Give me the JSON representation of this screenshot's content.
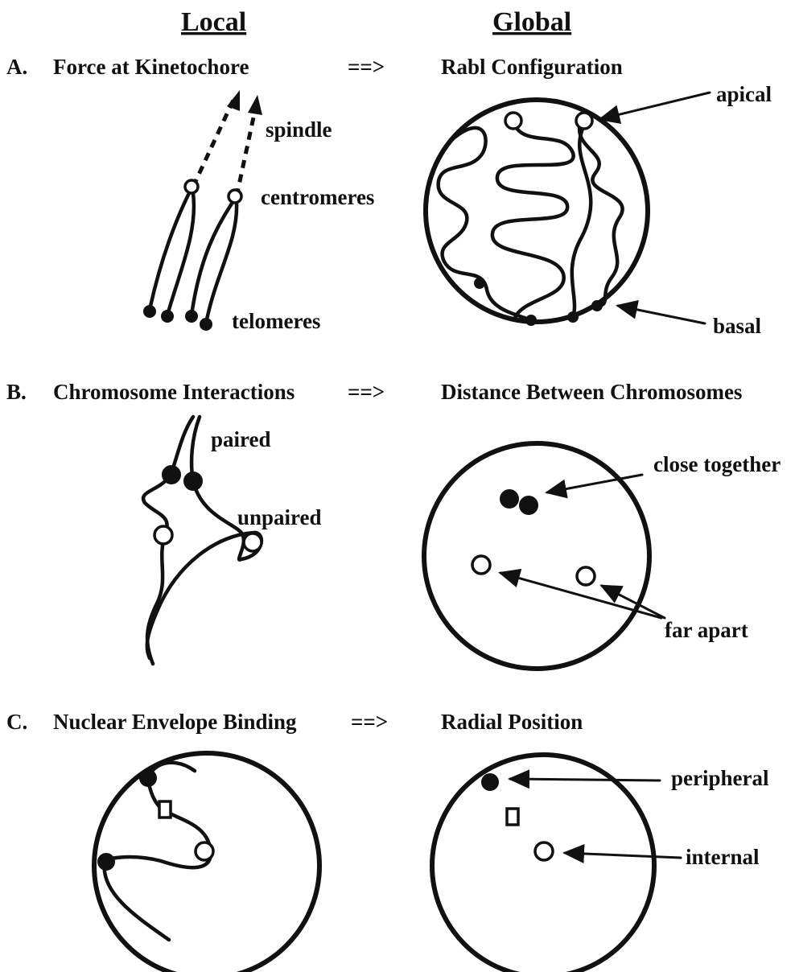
{
  "headers": {
    "local": "Local",
    "global": "Global"
  },
  "arrow_glyph": "==>",
  "sections": {
    "a": {
      "letter": "A.",
      "local_title": "Force at Kinetochore",
      "global_title": "Rabl Configuration",
      "labels": {
        "spindle": "spindle",
        "centromeres": "centromeres",
        "telomeres": "telomeres",
        "apical": "apical",
        "basal": "basal"
      }
    },
    "b": {
      "letter": "B.",
      "local_title": "Chromosome Interactions",
      "global_title": "Distance Between Chromosomes",
      "labels": {
        "paired": "paired",
        "unpaired": "unpaired",
        "close_together": "close together",
        "far_apart": "far apart"
      }
    },
    "c": {
      "letter": "C.",
      "local_title": "Nuclear Envelope Binding",
      "global_title": "Radial Position",
      "labels": {
        "peripheral": "peripheral",
        "internal": "internal"
      }
    }
  },
  "colors": {
    "ink": "#111111",
    "background": "#ffffff"
  }
}
